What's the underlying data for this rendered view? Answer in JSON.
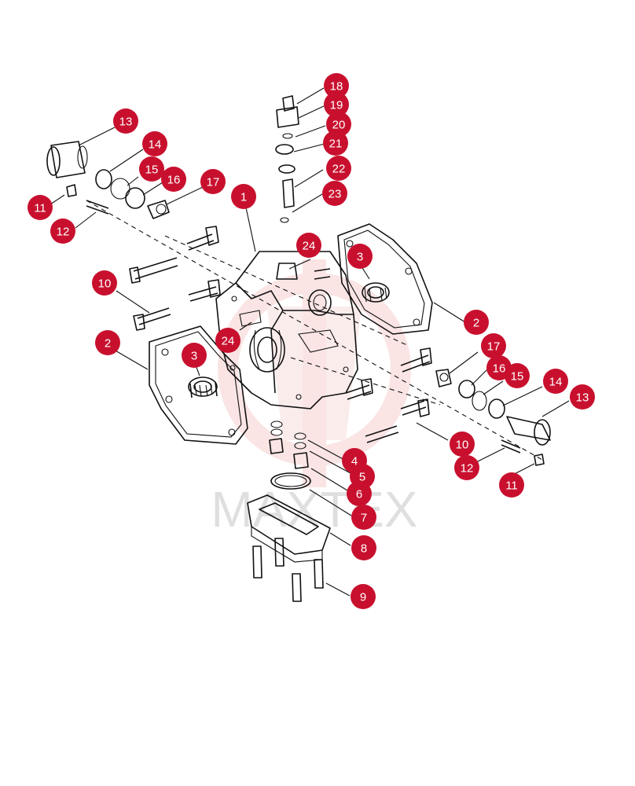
{
  "watermark": {
    "text": "MAXTEX",
    "color": "#e8a0a0"
  },
  "colors": {
    "callout": "#c8102e",
    "callout_text": "#ffffff",
    "line": "#111111"
  },
  "callouts": [
    {
      "label": "1"
    },
    {
      "label": "2"
    },
    {
      "label": "2"
    },
    {
      "label": "3"
    },
    {
      "label": "3"
    },
    {
      "label": "4"
    },
    {
      "label": "5"
    },
    {
      "label": "6"
    },
    {
      "label": "7"
    },
    {
      "label": "8"
    },
    {
      "label": "9"
    },
    {
      "label": "10"
    },
    {
      "label": "10"
    },
    {
      "label": "11"
    },
    {
      "label": "11"
    },
    {
      "label": "12"
    },
    {
      "label": "12"
    },
    {
      "label": "13"
    },
    {
      "label": "13"
    },
    {
      "label": "14"
    },
    {
      "label": "14"
    },
    {
      "label": "15"
    },
    {
      "label": "15"
    },
    {
      "label": "16"
    },
    {
      "label": "16"
    },
    {
      "label": "17"
    },
    {
      "label": "17"
    },
    {
      "label": "18"
    },
    {
      "label": "19"
    },
    {
      "label": "20"
    },
    {
      "label": "21"
    },
    {
      "label": "22"
    },
    {
      "label": "23"
    },
    {
      "label": "24"
    },
    {
      "label": "24"
    }
  ]
}
